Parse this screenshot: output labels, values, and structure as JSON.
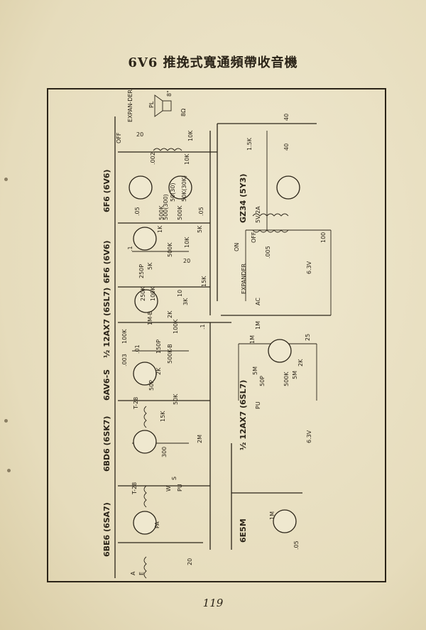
{
  "page": {
    "title": "6V6 推挽式寬通頻帶收音機",
    "page_number": "119"
  },
  "tubes": [
    {
      "id": "6F6a",
      "label": "6F6 (6V6)"
    },
    {
      "id": "6F6b",
      "label": "6F6 (6V6)"
    },
    {
      "id": "12AX7a",
      "label": "½ 12AX7 (6SL7)"
    },
    {
      "id": "6AV6",
      "label": "6AV6-S"
    },
    {
      "id": "6BD6",
      "label": "6BD6 (6SK7)"
    },
    {
      "id": "6BE6",
      "label": "6BE6 (6SA7)"
    },
    {
      "id": "GZ34",
      "label": "GZ34 (5Y3)"
    },
    {
      "id": "12AX7b",
      "label": "½ 12AX7 (6SL7)"
    },
    {
      "id": "6E5M",
      "label": "6E5M"
    }
  ],
  "labels": {
    "expander_top": "EXPAN-DER",
    "off_top": "OFF",
    "pl": "PL",
    "speaker_8": "8\"",
    "ohm8": "8Ω",
    "r20": "20",
    "r10k_a": "10K",
    "r10k_b": "10K",
    "c002": ".002",
    "r50_30": "50(30)",
    "r500_300": "500(300)",
    "r50k_30k": "50K(30K)",
    "r500k_a": "500K",
    "r500k_b": "500K",
    "c05_a": ".05",
    "c05_b": ".05",
    "r1k": "1K",
    "r5k": "5K",
    "r10k_c": "10K",
    "r500k_c": "500K",
    "c01": ".1",
    "r5k_b": "5K",
    "c250p": "250P",
    "r15k": "15K",
    "r20b": "20",
    "r250k": "250K",
    "r100k": "100K",
    "r10": "10",
    "r3k": "3K",
    "r2k": "2K",
    "r100k_b": "100K",
    "im_b": "1M-B",
    "c1": ".1",
    "r100k_c": "100K",
    "c003": ".003",
    "c01b": ".01",
    "c150p": "150P",
    "c50p": "50P",
    "r500k_d": "500K-B",
    "r2k_b": "2K",
    "t28a": "T-28",
    "r50k": "50K",
    "r15k_b": "15K",
    "r300": "300",
    "r2m": "2M",
    "t28b": "T-28",
    "pa": "PA",
    "w": "W",
    "s": "S",
    "pu": "PU",
    "r20c": "20",
    "ant_a": "A",
    "ant_e": "E",
    "c40a": "40",
    "c40b": "40",
    "r15k_c": "1.5K",
    "v5_2a": "5V 2A",
    "c005": ".005",
    "on": "ON",
    "off": "OFF",
    "expander": "EXPANDER",
    "ac": "AC",
    "v63": "6.3V",
    "r100": "100",
    "r1m": "1M",
    "r25": "25",
    "r5m": "5M",
    "r5m_b": "5M",
    "r2k_c": "2K",
    "r1m_b": "1M",
    "c50p_b": "50P",
    "r500k_e": "500K",
    "pu_b": "PU",
    "v63b": "6.3V",
    "r1m_c": "1M",
    "c05_c": ".05"
  }
}
